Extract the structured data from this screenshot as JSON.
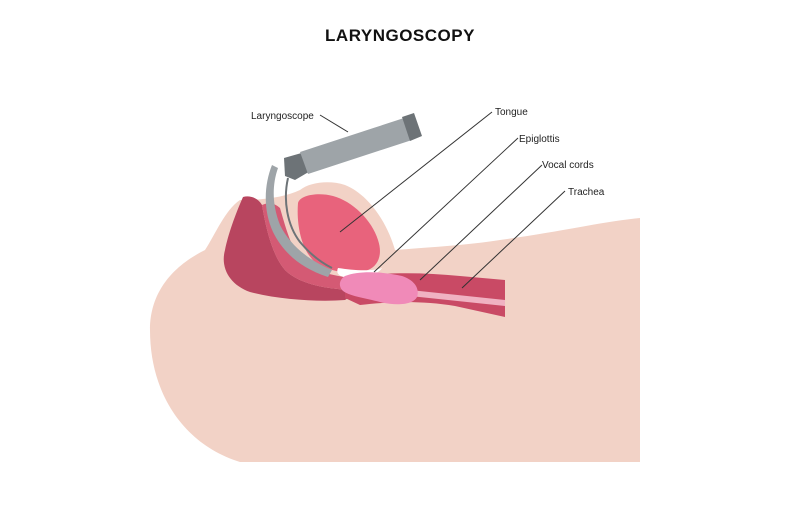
{
  "title": "LARYNGOSCOPY",
  "labels": {
    "laryngoscope": "Laryngoscope",
    "tongue": "Tongue",
    "epiglottis": "Epiglottis",
    "vocal_cords": "Vocal cords",
    "trachea": "Trachea"
  },
  "colors": {
    "skin": "#f2d2c6",
    "tissue_dark": "#b8455f",
    "tissue_mid": "#d45a74",
    "tongue": "#e8637c",
    "laryngeal": "#f08ab8",
    "blade": "#9ea4a8",
    "blade_dark": "#6d7377",
    "leader": "#333333"
  }
}
